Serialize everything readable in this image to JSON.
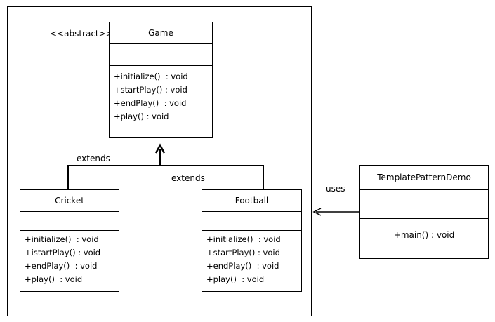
{
  "game": {
    "stereotype": "<<abstract>>",
    "name": "Game",
    "operations": [
      "+initialize()  : void",
      "+startPlay() : void",
      "+endPlay()  : void",
      "+play() : void"
    ]
  },
  "cricket": {
    "name": "Cricket",
    "operations": [
      "+initialize()  : void",
      "+istartPlay() : void",
      "+endPlay()  : void",
      "+play()  : void"
    ]
  },
  "football": {
    "name": "Football",
    "operations": [
      "+initialize()  : void",
      "+startPlay() : void",
      "+endPlay()  : void",
      "+play()  : void"
    ]
  },
  "demo": {
    "name": "TemplatePatternDemo",
    "operations": [
      "+main() : void"
    ]
  },
  "relations": {
    "cricket_extends": "extends",
    "football_extends": "extends",
    "uses": "uses"
  }
}
